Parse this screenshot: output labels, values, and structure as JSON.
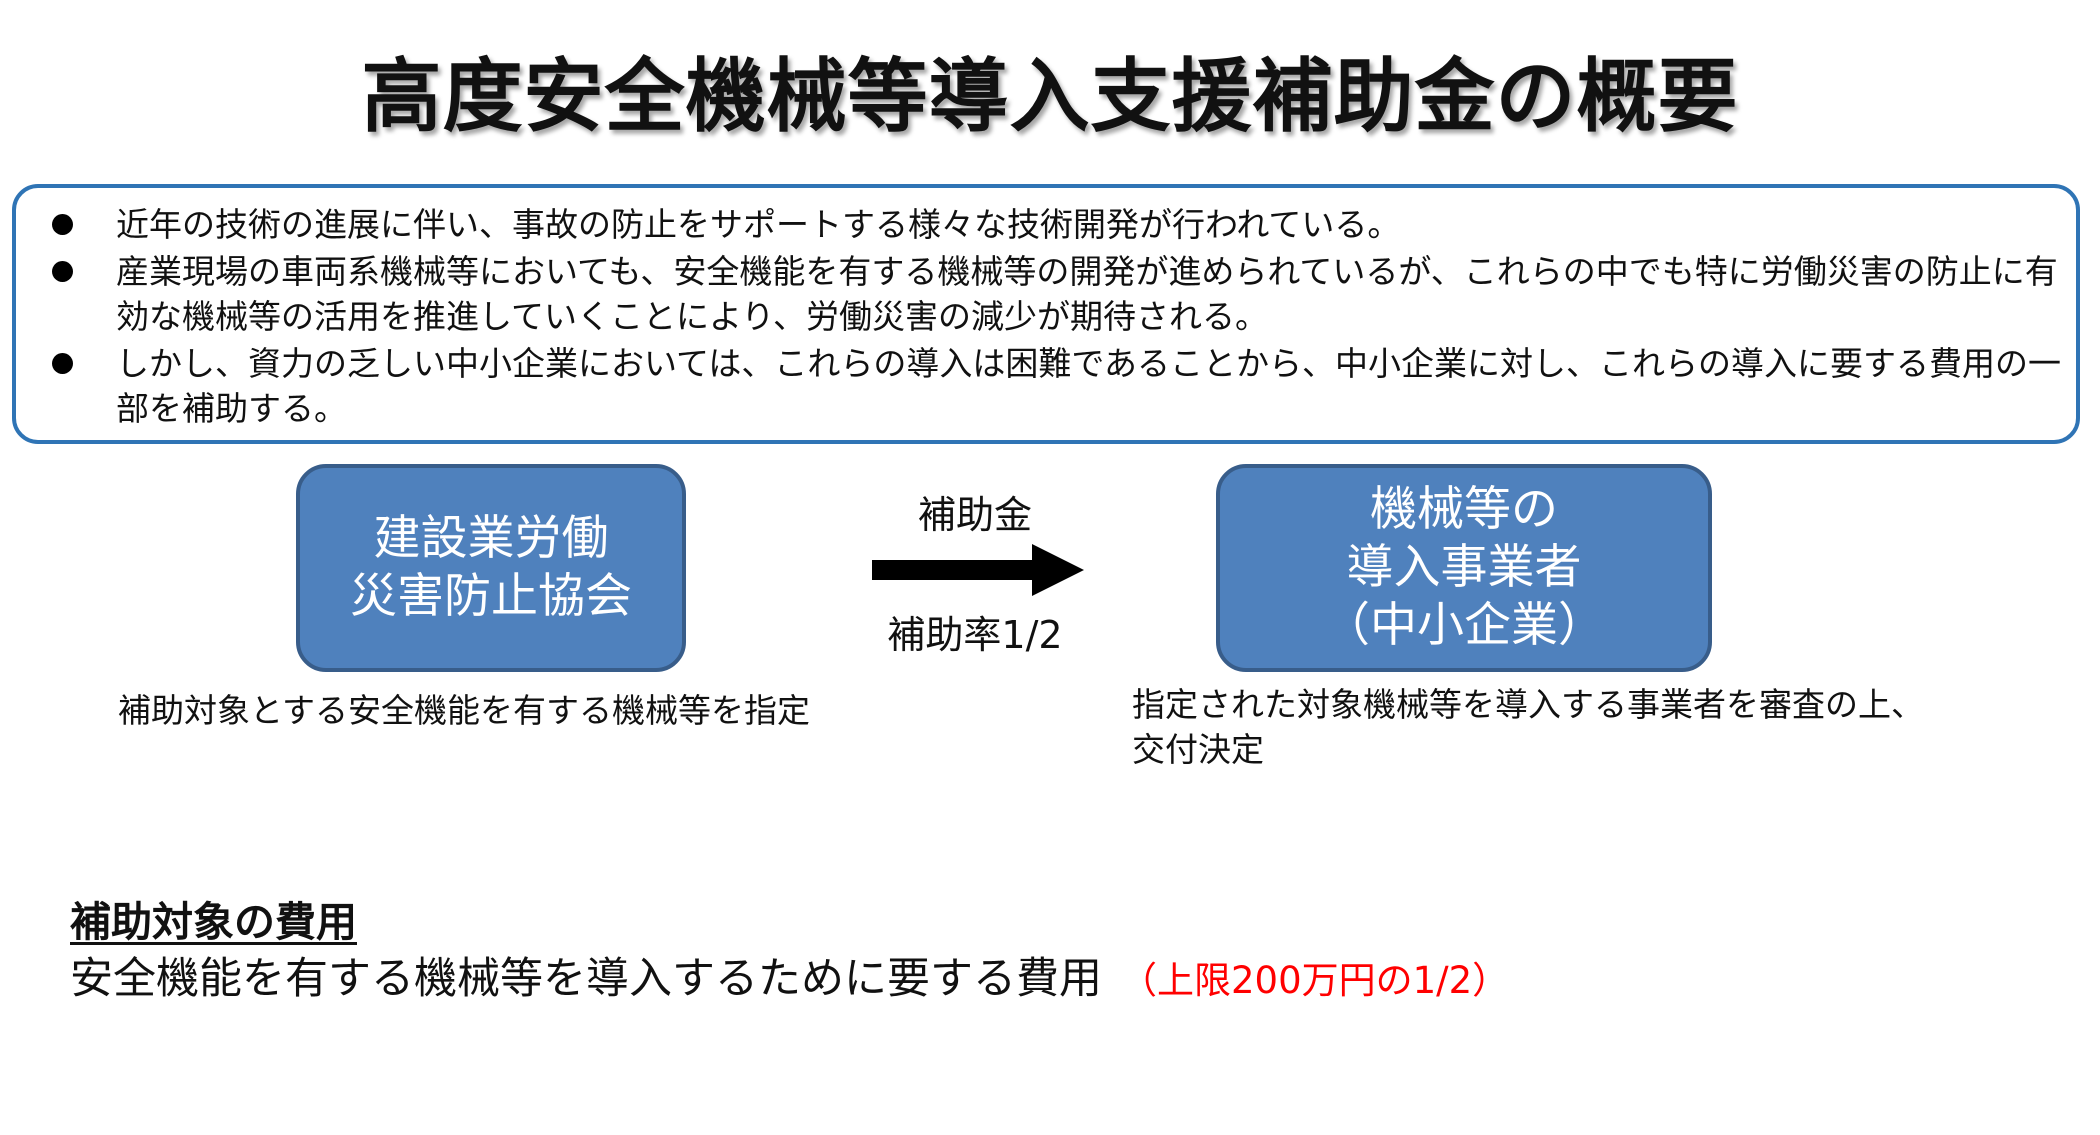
{
  "title": "高度安全機械等導入支援補助金の概要",
  "summary": {
    "bullets": [
      "近年の技術の進展に伴い、事故の防止をサポートする様々な技術開発が行われている。",
      "産業現場の車両系機械等においても、安全機能を有する機械等の開発が進められているが、これらの中でも特に労働災害の防止に有効な機械等の活用を推進していくことにより、労働災害の減少が期待される。",
      "しかし、資力の乏しい中小企業においては、これらの導入は困難であることから、中小企業に対し、これらの導入に要する費用の一部を補助する。"
    ]
  },
  "flow": {
    "left_box": {
      "line1": "建設業労働",
      "line2": "災害防止協会"
    },
    "right_box": {
      "line1": "機械等の",
      "line2": "導入事業者",
      "line3": "（中小企業）"
    },
    "arrow_label_top": "補助金",
    "arrow_label_bottom": "補助率1/2",
    "left_desc": "補助対象とする安全機能を有する機械等を指定",
    "right_desc_line1": "指定された対象機械等を導入する事業者を審査の上、",
    "right_desc_line2": "交付決定"
  },
  "cost": {
    "heading": "補助対象の費用",
    "text": "安全機能を有する機械等を導入するために要する費用",
    "note": "（上限200万円の1/2）"
  },
  "colors": {
    "box_fill": "#4f81bd",
    "box_border": "#385d8a",
    "summary_border": "#2f74b5",
    "note_red": "#ff0000"
  }
}
